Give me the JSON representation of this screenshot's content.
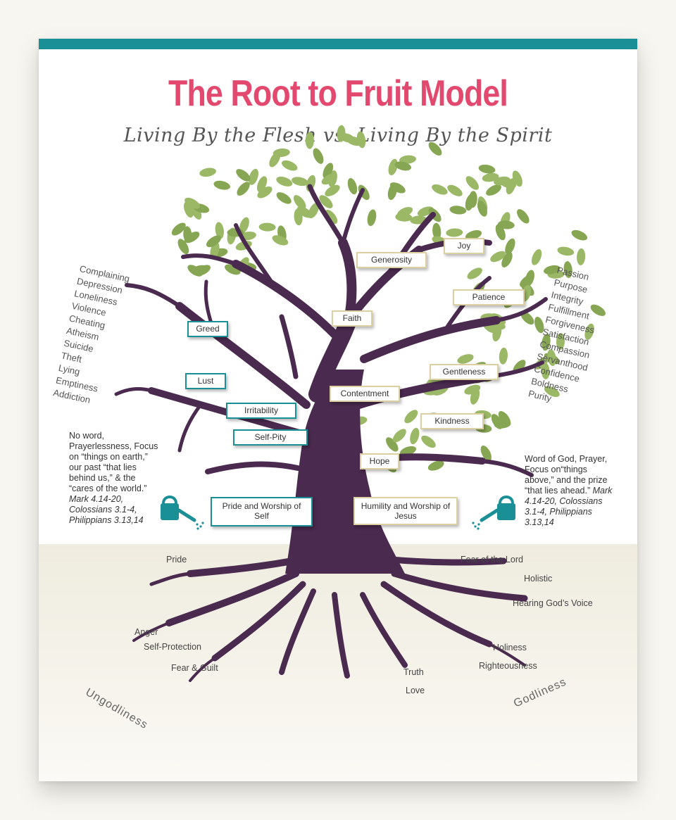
{
  "title": "The Root to Fruit Model",
  "subtitle": "Living By the Flesh vs. Living By the Spirit",
  "flesh_fruits": [
    "Complaining",
    "Depression",
    "Loneliness",
    "Violence",
    "Cheating",
    "Atheism",
    "Suicide",
    "Theft",
    "Lying",
    "Emptiness",
    "Addiction"
  ],
  "spirit_fruits": [
    "Passion",
    "Purpose",
    "Integrity",
    "Fulfillment",
    "Forgiveness",
    "Satisfaction",
    "Compassion",
    "Servanthood",
    "Confidence",
    "Boldness",
    "Purity"
  ],
  "flesh_branches": {
    "greed": "Greed",
    "lust": "Lust",
    "irritability": "Irritability",
    "self_pity": "Self-Pity",
    "pride_worship": "Pride and Worship of Self"
  },
  "spirit_branches": {
    "joy": "Joy",
    "generosity": "Generosity",
    "patience": "Patience",
    "faith": "Faith",
    "gentleness": "Gentleness",
    "contentment": "Contentment",
    "kindness": "Kindness",
    "hope": "Hope",
    "humility_worship": "Humility and Worship of Jesus"
  },
  "flesh_nourishment": {
    "text": "No word, Prayerlessness, Focus on “things on earth,” our past “that lies behind us,” & the “cares of the world.”",
    "refs": "Mark 4.14-20, Colossians 3.1-4, Philippians 3.13,14"
  },
  "spirit_nourishment": {
    "text": "Word of God, Prayer, Focus on“things above,” and the prize “that lies ahead.”",
    "refs": "Mark 4.14-20, Colossians 3.1-4, Philippians 3.13,14"
  },
  "flesh_roots": {
    "pride": "Pride",
    "anger": "Anger",
    "self_protection": "Self-Protection",
    "fear_guilt": "Fear & Guilt"
  },
  "spirit_roots": {
    "fear_of_lord": "Fear of the Lord",
    "holistic": "Holistic",
    "hearing_voice": "Hearing God’s Voice",
    "holiness": "Holiness",
    "righteousness": "Righteousness",
    "truth": "Truth",
    "love": "Love"
  },
  "ungodliness": "Ungodliness",
  "godliness": "Godliness",
  "colors": {
    "accent_teal": "#1b8f96",
    "title_pink": "#e3496e",
    "trunk_purple": "#4a2a4e",
    "leaf_green": "#86a653",
    "spirit_border": "#dccfa2"
  },
  "icons": [
    "watering-can-icon-left",
    "watering-can-icon-right"
  ]
}
